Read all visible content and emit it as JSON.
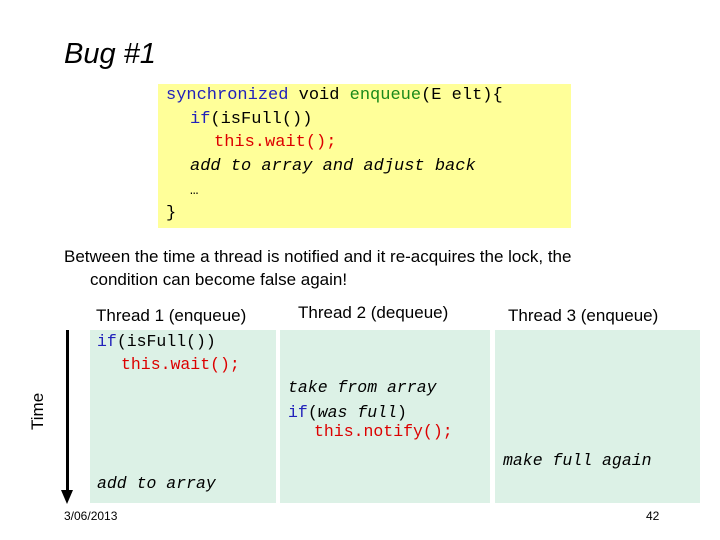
{
  "slide": {
    "title": "Bug #1",
    "date": "3/06/2013",
    "page_number": "42"
  },
  "code": {
    "l1_kw": "synchronized",
    "l1_void": " void ",
    "l1_name": "enqueue",
    "l1_sig": "(E elt){",
    "l2_if": "if",
    "l2_rest": "(isFull())",
    "l3": "this.wait();",
    "l4": "add to array and adjust back",
    "l5": "…",
    "l6": "}"
  },
  "explanation": {
    "line1": "Between the time a thread is notified and it re-acquires the lock, the",
    "line2": "condition can become false again!"
  },
  "timeline": {
    "axis_label": "Time",
    "thread1": {
      "header": "Thread 1 (enqueue)",
      "line1_if": "if",
      "line1_rest": "(isFull())",
      "line2": "this.wait();",
      "line3": "add to array"
    },
    "thread2": {
      "header": "Thread 2 (dequeue)",
      "line1": "take from array",
      "line2_if": "if",
      "line2_paren_open": "(",
      "line2_cond": "was full",
      "line2_paren_close": ")",
      "line3": "this.notify();"
    },
    "thread3": {
      "header": "Thread 3 (enqueue)",
      "line1": "make full again"
    }
  },
  "colors": {
    "code_background": "#ffff99",
    "timeline_background": "#dcf1e6",
    "keyword_blue": "#2222bb",
    "method_green": "#1a8a1a",
    "highlight_red": "#dd0000"
  }
}
